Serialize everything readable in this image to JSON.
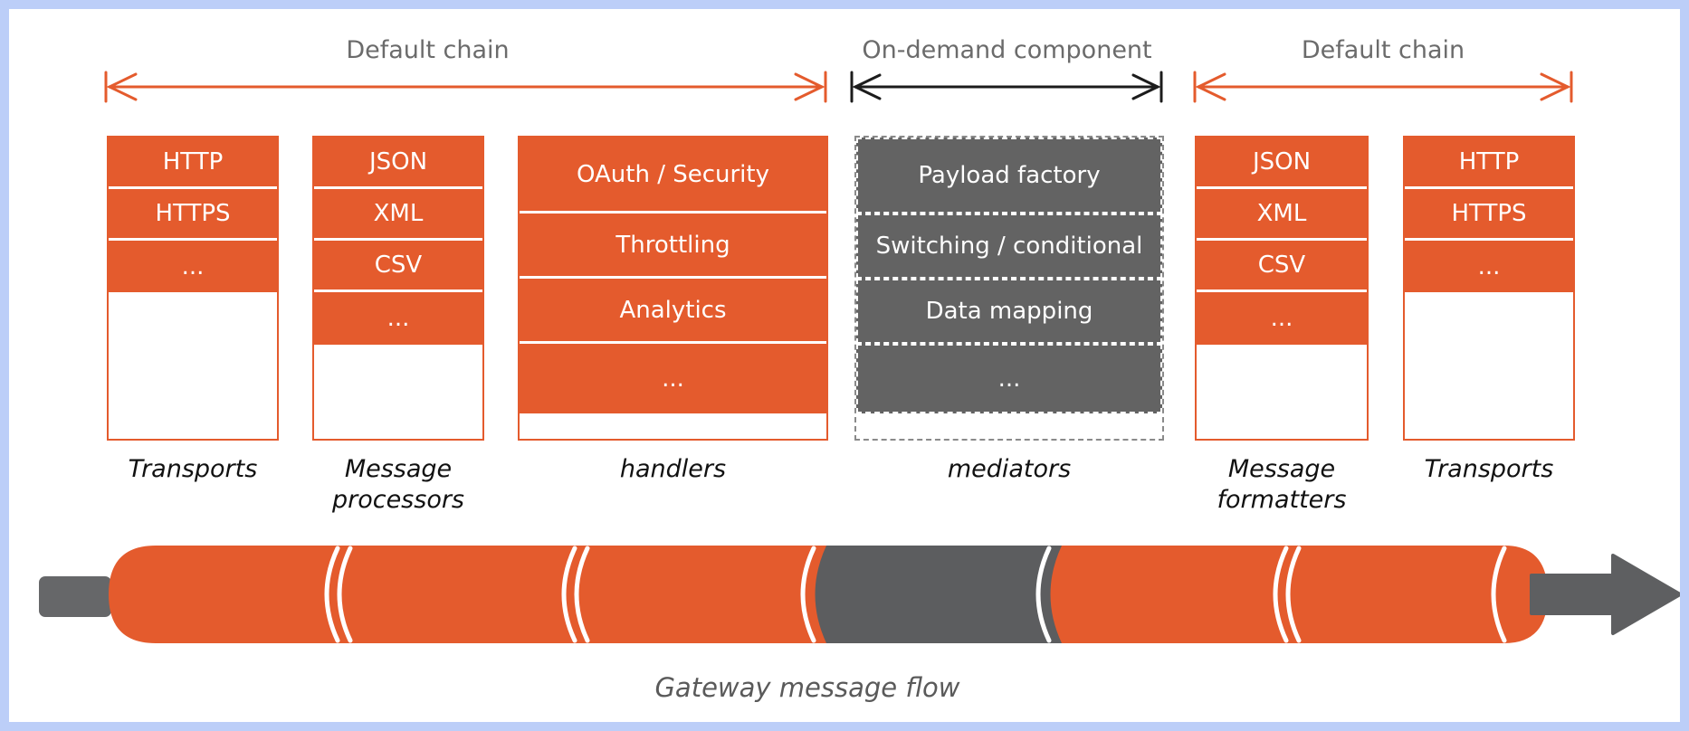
{
  "colors": {
    "accent_orange": "#e45b2d",
    "component_gray": "#636363",
    "pipeline_gray": "#5e5f61",
    "frame_blue": "#bccef8",
    "section_label_gray": "#6b6b6b",
    "column_label_black": "#111111"
  },
  "sections": [
    {
      "label": "Default chain",
      "arrow_color": "orange"
    },
    {
      "label": "On-demand component",
      "arrow_color": "black"
    },
    {
      "label": "Default chain",
      "arrow_color": "orange"
    }
  ],
  "columns": [
    {
      "label": "Transports",
      "type": "orange",
      "rows": [
        "HTTP",
        "HTTPS",
        "..."
      ]
    },
    {
      "label": "Message processors",
      "type": "orange",
      "rows": [
        "JSON",
        "XML",
        "CSV",
        "..."
      ]
    },
    {
      "label": "handlers",
      "type": "orange",
      "rows": [
        "OAuth / Security",
        "Throttling",
        "Analytics",
        "..."
      ]
    },
    {
      "label": "mediators",
      "type": "gray",
      "rows": [
        "Payload factory",
        "Switching / conditional",
        "Data mapping",
        "..."
      ]
    },
    {
      "label": "Message formatters",
      "type": "orange",
      "rows": [
        "JSON",
        "XML",
        "CSV",
        "..."
      ]
    },
    {
      "label": "Transports",
      "type": "orange",
      "rows": [
        "HTTP",
        "HTTPS",
        "..."
      ]
    }
  ],
  "pipeline": {
    "caption": "Gateway message flow"
  }
}
